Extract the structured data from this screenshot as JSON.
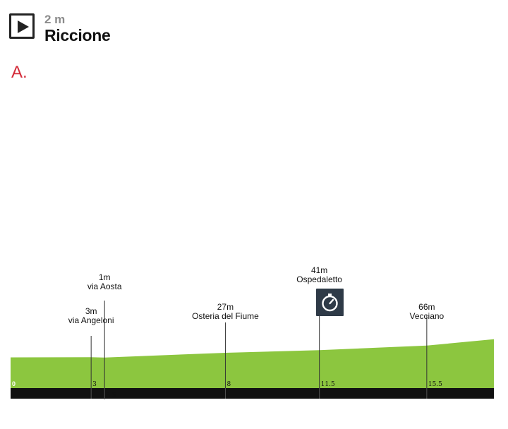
{
  "start": {
    "altitude": "2 m",
    "name": "Riccione",
    "icon": "play-icon"
  },
  "stage_label": "A.",
  "colors": {
    "terrain": "#8cc63f",
    "axis": "#111111",
    "stage_label": "#d42c3a",
    "timing_icon_bg": "#2e3a47"
  },
  "waypoints": [
    {
      "altitude": "3m",
      "name": "via Angeloni",
      "km_label": "3",
      "km": 3
    },
    {
      "altitude": "1m",
      "name": "via Aosta",
      "km_label": "3.5",
      "km": 3.5
    },
    {
      "altitude": "27m",
      "name": "Osteria del Fiume",
      "km_label": "8",
      "km": 8
    },
    {
      "altitude": "41m",
      "name": "Ospedaletto",
      "km_label": "11.5",
      "km": 11.5,
      "icon": "stopwatch-icon"
    },
    {
      "altitude": "66m",
      "name": "Vecciano",
      "km_label": "15.5",
      "km": 15.5
    }
  ],
  "start_km_label": "0",
  "profile": {
    "total_km": 18,
    "elevation_points": [
      [
        0,
        2
      ],
      [
        3,
        3
      ],
      [
        3.5,
        1
      ],
      [
        8,
        27
      ],
      [
        11.5,
        41
      ],
      [
        15.5,
        66
      ],
      [
        18,
        101
      ]
    ]
  }
}
